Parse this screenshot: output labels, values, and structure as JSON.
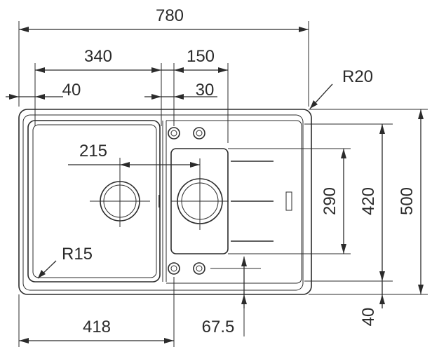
{
  "diagram": {
    "dimensions": {
      "overall_width": "780",
      "left_bowl_width": "340",
      "right_bowl_width": "150",
      "left_offset": "40",
      "gap_offset": "30",
      "corner_radius": "R20",
      "drain_spacing": "215",
      "bowl_corner_radius": "R15",
      "drainer_depth": "290",
      "bowl_depth": "420",
      "overall_depth": "500",
      "bottom_margin": "40",
      "left_cut_width": "418",
      "tap_offset": "67.5"
    }
  }
}
